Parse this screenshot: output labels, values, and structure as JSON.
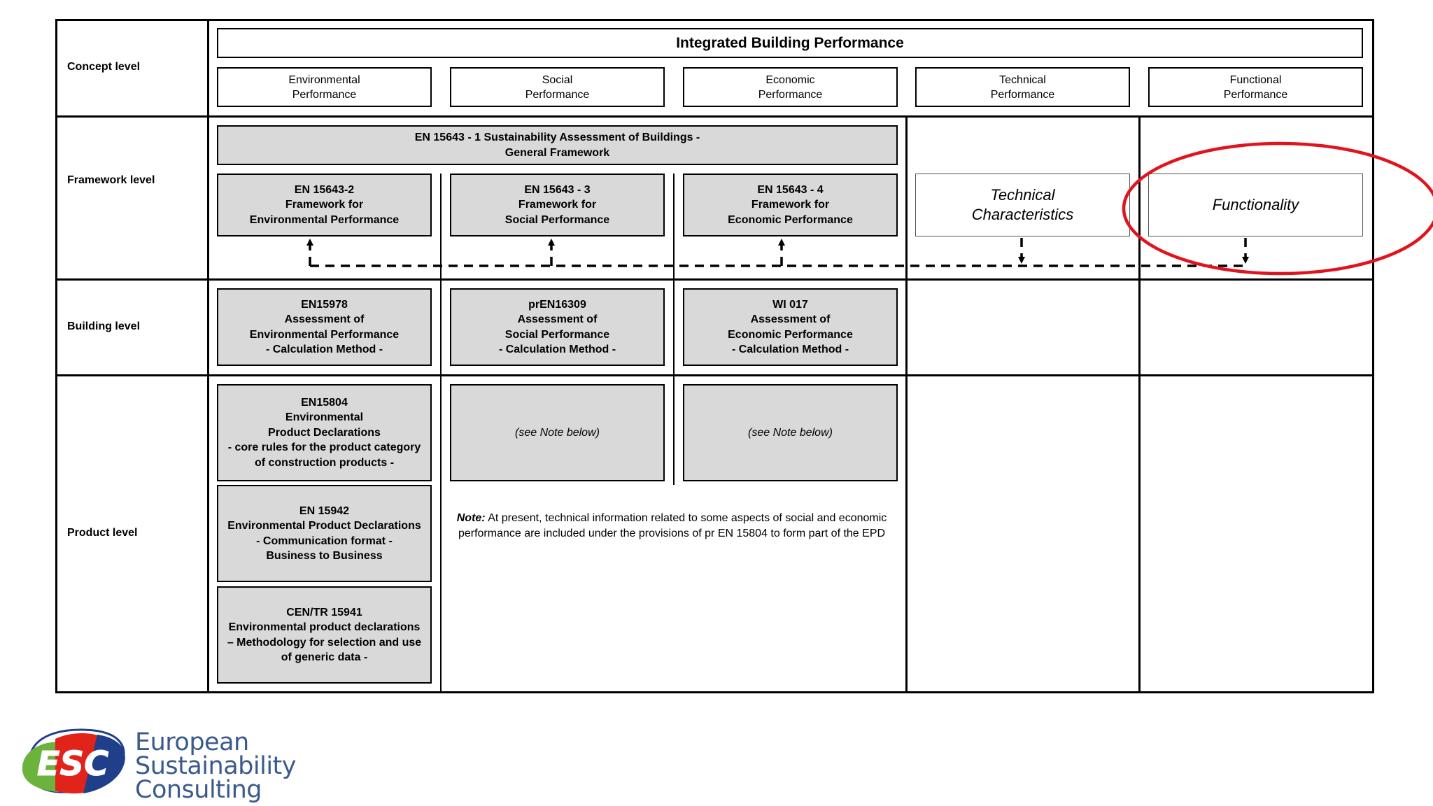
{
  "levels": {
    "concept": "Concept level",
    "framework": "Framework level",
    "building": "Building level",
    "product": "Product level"
  },
  "concept": {
    "title": "Integrated Building Performance",
    "items": [
      "Environmental\nPerformance",
      "Social\nPerformance",
      "Economic\nPerformance",
      "Technical\nPerformance",
      "Functional\nPerformance"
    ]
  },
  "framework": {
    "general": "EN 15643 - 1 Sustainability Assessment of Buildings -\nGeneral Framework",
    "items": [
      "EN 15643-2\nFramework for\nEnvironmental Performance",
      "EN 15643 - 3\nFramework for\nSocial Performance",
      "EN 15643 - 4\nFramework for\nEconomic Performance"
    ],
    "technical": "Technical\nCharacteristics",
    "functionality": "Functionality"
  },
  "building": {
    "items": [
      "EN15978\nAssessment of\nEnvironmental Performance\n- Calculation Method -",
      "prEN16309\nAssessment of\nSocial Performance\n- Calculation Method -",
      "WI 017\nAssessment of\nEconomic Performance\n- Calculation Method -"
    ]
  },
  "product": {
    "env": [
      "EN15804\nEnvironmental\nProduct Declarations\n- core rules for the product category\nof construction products -",
      "EN 15942\nEnvironmental Product Declarations\n- Communication format -\nBusiness to Business",
      "CEN/TR 15941\nEnvironmental product declarations\n– Methodology for selection and use\nof generic data -"
    ],
    "see_note": "(see Note below)",
    "note_label": "Note:",
    "note_text": " At present, technical information related to some aspects of social and economic performance are included under the provisions of pr EN 15804 to form part of the EPD"
  },
  "logo": {
    "letters": "ESC",
    "line1": "European",
    "line2": "Sustainability",
    "line3": "Consulting"
  },
  "colors": {
    "grey_fill": "#d9d9d9",
    "highlight_ellipse": "#e0141e",
    "logo_text": "#3b5a8c",
    "logo_green": "#6cb33e",
    "logo_red": "#e2231a",
    "logo_blue": "#1f3f8a"
  }
}
